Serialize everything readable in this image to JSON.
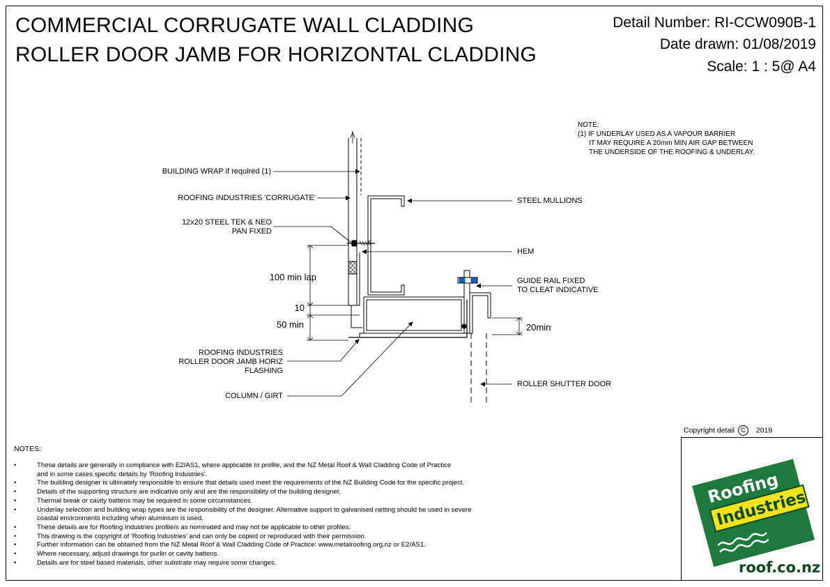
{
  "title": {
    "line1": "COMMERCIAL CORRUGATE WALL CLADDING",
    "line2": "ROLLER DOOR JAMB FOR HORIZONTAL CLADDING"
  },
  "meta": {
    "detail_number": "Detail Number:  RI-CCW090B-1",
    "date_drawn": "Date drawn:  01/08/2019",
    "scale": "Scale:   1 : 5@ A4"
  },
  "top_note": {
    "heading": "NOTE:",
    "line1": "(1) IF UNDERLAY USED AS A VAPOUR BARRIER",
    "line2": "IT MAY REQUIRE A 20mm MIN AIR GAP BETWEEN",
    "line3": "THE UNDERSIDE OF THE ROOFING & UNDERLAY."
  },
  "labels": {
    "building_wrap": "BUILDING WRAP if required (1)",
    "corrugate": "ROOFING INDUSTRIES 'CORRUGATE'",
    "tek_line1": "12x20 STEEL TEK & NEO",
    "tek_line2": "PAN FIXED",
    "steel_mullions": "STEEL MULLIONS",
    "hem": "HEM",
    "guide_rail_line1": "GUIDE RAIL FIXED",
    "guide_rail_line2": "TO CLEAT INDICATIVE",
    "flashing_line1": "ROOFING INDUSTRIES",
    "flashing_line2": "ROLLER DOOR JAMB HORIZ",
    "flashing_line3": "FLASHING",
    "column_girt": "COLUMN / GIRT",
    "roller_shutter": "ROLLER SHUTTER DOOR"
  },
  "dimensions": {
    "lap": "100 min lap",
    "ten": "10",
    "fifty": "50 min",
    "twenty": "20min"
  },
  "copyright": {
    "text": "Copyright detail",
    "symbol": "C",
    "year": "2019"
  },
  "notes": {
    "heading": "NOTES:",
    "bullet": "•",
    "items": [
      [
        "These details are generally in compliance with E2/AS1, where applicable to profile, and the NZ Metal Roof & Wall Cladding Code of Practice",
        "and in some cases specific details by 'Roofing Industries'."
      ],
      [
        "The building designer is ultimately responsible to ensure that details used meet the requirements of the NZ Building Code for the specific project."
      ],
      [
        "Details of the supporting structure are indicative only and are the responsibility of the building designer."
      ],
      [
        "Thermal break or cavity battens may be required in some circumstances."
      ],
      [
        "Underlay selection and building wrap types are the responsibility of the designer. Alternative support to galvanised netting should be used in severe",
        "coastal environments including when aluminium is used."
      ],
      [
        "These details are for Roofing Industries profile/s as nominated and may not be applicable to other profiles."
      ],
      [
        "This drawing is the copyright of 'Roofing Industries' and can only be copied or reproduced with their permission."
      ],
      [
        "Further information can be obtained from the NZ Metal Roof & Wall Cladding Code of Practice:  www.metalroofing.org.nz or E2/AS1."
      ],
      [
        "Where necessary, adjust drawings for purlin or cavity battens."
      ],
      [
        "Details are for steel based materials, other substrate may require some changes."
      ]
    ]
  },
  "logo": {
    "word1": "Roofing",
    "word2": "Industries",
    "url": "roof.co.nz",
    "colors": {
      "green": "#1e7a3c",
      "yellow": "#f2e21b",
      "dark": "#0d4a24"
    }
  }
}
